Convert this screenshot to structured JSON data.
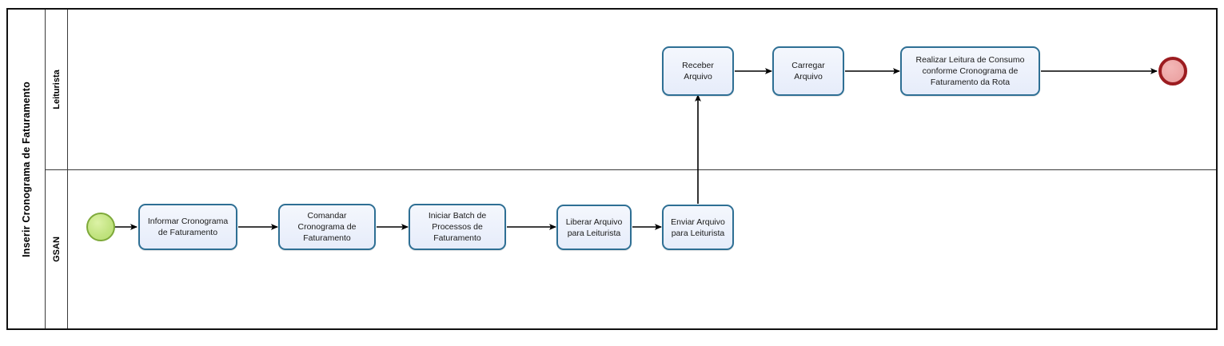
{
  "diagram": {
    "type": "bpmn-process",
    "pool": {
      "title": "Inserir Cronograma de Faturamento"
    },
    "lanes": [
      {
        "id": "leiturista",
        "label": "Leiturista"
      },
      {
        "id": "gsan",
        "label": "GSAN"
      }
    ],
    "colors": {
      "task_fill": "#EDF2FB",
      "task_border": "#2E6F94",
      "start_fill": "#C3E482",
      "start_border": "#7EA93A",
      "end_fill": "#EDA7A7",
      "end_border": "#9C1C20",
      "pool_border": "#111111",
      "flow_line": "#000000"
    },
    "events": [
      {
        "id": "start",
        "kind": "start-event",
        "lane": "gsan",
        "label": ""
      },
      {
        "id": "end",
        "kind": "end-event",
        "lane": "leiturista",
        "label": ""
      }
    ],
    "tasks": [
      {
        "id": "t1",
        "lane": "gsan",
        "label": "Informar Cronograma de Faturamento"
      },
      {
        "id": "t2",
        "lane": "gsan",
        "label": "Comandar Cronograma de Faturamento"
      },
      {
        "id": "t3",
        "lane": "gsan",
        "label": "Iniciar Batch de Processos de Faturamento"
      },
      {
        "id": "t4",
        "lane": "gsan",
        "label": "Liberar Arquivo para Leiturista"
      },
      {
        "id": "t5",
        "lane": "gsan",
        "label": "Enviar Arquivo para Leiturista"
      },
      {
        "id": "t6",
        "lane": "leiturista",
        "label": "Receber Arquivo"
      },
      {
        "id": "t7",
        "lane": "leiturista",
        "label": "Carregar Arquivo"
      },
      {
        "id": "t8",
        "lane": "leiturista",
        "label": "Realizar Leitura de Consumo conforme Cronograma de Faturamento da Rota"
      }
    ],
    "task_label_lines": {
      "t1": [
        "Informar Cronograma",
        "de Faturamento"
      ],
      "t2": [
        "Comandar",
        "Cronograma de",
        "Faturamento"
      ],
      "t3": [
        "Iniciar Batch de",
        "Processos de",
        "Faturamento"
      ],
      "t4": [
        "Liberar Arquivo",
        "para Leiturista"
      ],
      "t5": [
        "Enviar Arquivo",
        "para Leiturista"
      ],
      "t6": [
        "Receber",
        "Arquivo"
      ],
      "t7": [
        "Carregar",
        "Arquivo"
      ],
      "t8": [
        "Realizar Leitura de Consumo",
        "conforme Cronograma de",
        "Faturamento da Rota"
      ]
    },
    "flows": [
      {
        "from": "start",
        "to": "t1"
      },
      {
        "from": "t1",
        "to": "t2"
      },
      {
        "from": "t2",
        "to": "t3"
      },
      {
        "from": "t3",
        "to": "t4"
      },
      {
        "from": "t4",
        "to": "t5"
      },
      {
        "from": "t5",
        "to": "t6"
      },
      {
        "from": "t6",
        "to": "t7"
      },
      {
        "from": "t7",
        "to": "t8"
      },
      {
        "from": "t8",
        "to": "end"
      }
    ]
  }
}
